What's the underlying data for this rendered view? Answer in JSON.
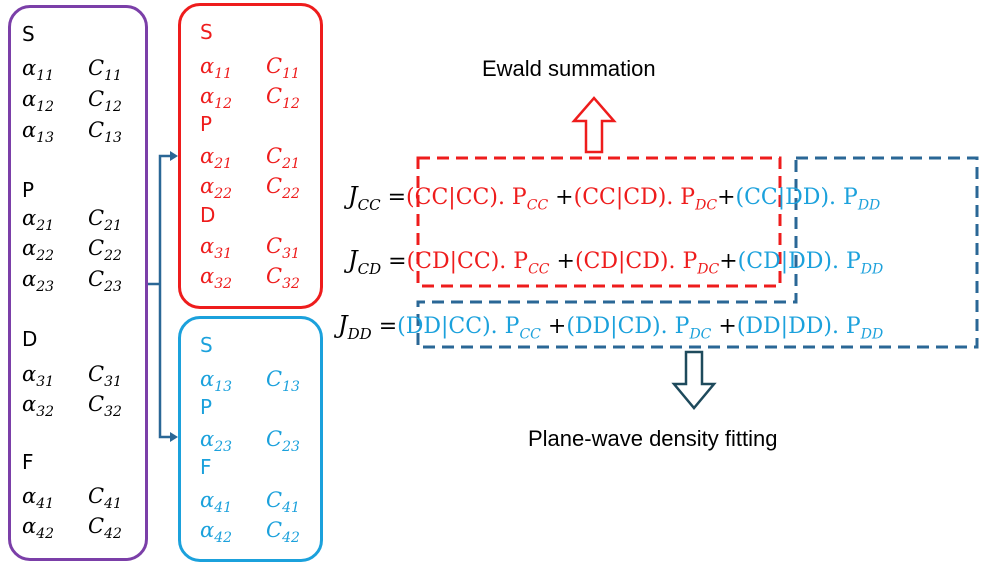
{
  "colors": {
    "purple": "#7b3fa8",
    "red": "#ee1c1c",
    "cyan": "#1ba1dc",
    "navy": "#2a6796",
    "dark_arrow": "#1e4a5c"
  },
  "basis_full": {
    "shell_s": "S",
    "s_rows": [
      {
        "a": "α11",
        "c": "C11"
      },
      {
        "a": "α12",
        "c": "C12"
      },
      {
        "a": "α13",
        "c": "C13"
      }
    ],
    "shell_p": "P",
    "p_rows": [
      {
        "a": "α21",
        "c": "C21"
      },
      {
        "a": "α22",
        "c": "C22"
      },
      {
        "a": "α23",
        "c": "C23"
      }
    ],
    "shell_d": "D",
    "d_rows": [
      {
        "a": "α31",
        "c": "C31"
      },
      {
        "a": "α32",
        "c": "C32"
      }
    ],
    "shell_f": "F",
    "f_rows": [
      {
        "a": "α41",
        "c": "C41"
      },
      {
        "a": "α42",
        "c": "C42"
      }
    ]
  },
  "basis_compact": {
    "shell_s": "S",
    "s_rows": [
      {
        "a": "α11",
        "c": "C11"
      },
      {
        "a": "α12",
        "c": "C12"
      }
    ],
    "shell_p": "P",
    "p_rows": [
      {
        "a": "α21",
        "c": "C21"
      },
      {
        "a": "α22",
        "c": "C22"
      }
    ],
    "shell_d": "D",
    "d_rows": [
      {
        "a": "α31",
        "c": "C31"
      },
      {
        "a": "α32",
        "c": "C32"
      }
    ]
  },
  "basis_diffuse": {
    "shell_s": "S",
    "s_rows": [
      {
        "a": "α13",
        "c": "C13"
      }
    ],
    "shell_p": "P",
    "p_rows": [
      {
        "a": "α23",
        "c": "C23"
      }
    ],
    "shell_f": "F",
    "f_rows": [
      {
        "a": "α41",
        "c": "C41"
      },
      {
        "a": "α42",
        "c": "C42"
      }
    ]
  },
  "labels": {
    "ewald": "Ewald summation",
    "planewave": "Plane-wave density fitting"
  },
  "equations": {
    "jcc": {
      "lhs": "J",
      "sub": "CC",
      "t1": "(CC|CC). P",
      "t1s": "CC",
      "t2": "(CC|CD). P",
      "t2s": "DC",
      "t3": "(CC|DD). P",
      "t3s": "DD"
    },
    "jcd": {
      "lhs": "J",
      "sub": "CD",
      "t1": "(CD|CC). P",
      "t1s": "CC",
      "t2": "(CD|CD). P",
      "t2s": "DC",
      "t3": "(CD|DD). P",
      "t3s": "DD"
    },
    "jdd": {
      "lhs": "J",
      "sub": "DD",
      "t1": "(DD|CC). P",
      "t1s": "CC",
      "t2": "(DD|CD). P",
      "t2s": "DC",
      "t3": "(DD|DD). P",
      "t3s": "DD"
    },
    "eq": "=",
    "plus": "+"
  }
}
